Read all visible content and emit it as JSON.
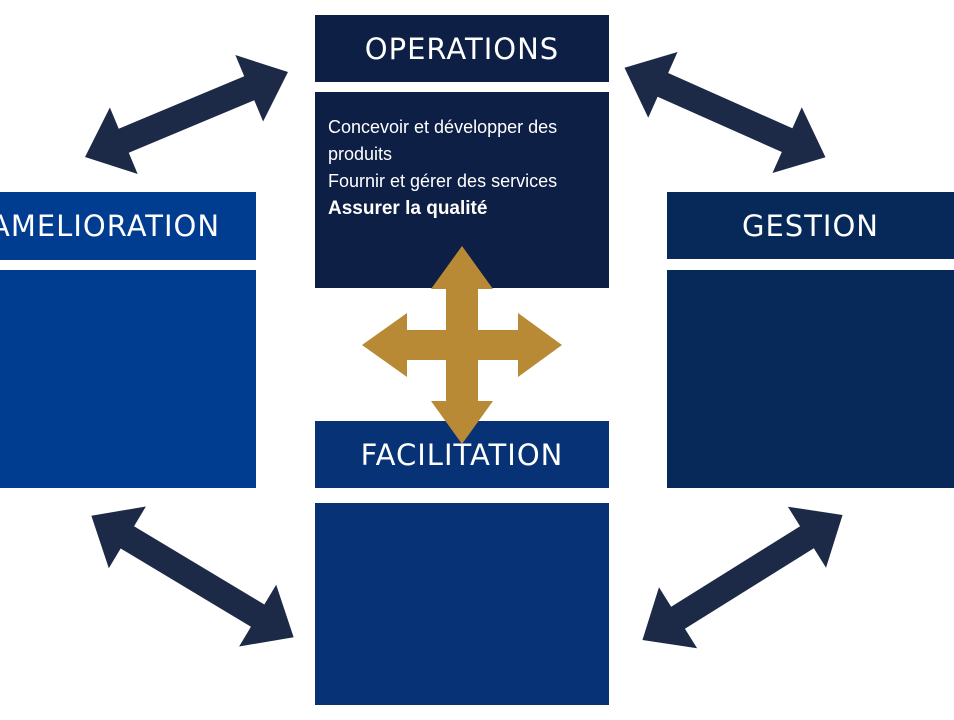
{
  "colors": {
    "operations": "#0d1f45",
    "amelioration": "#003c8f",
    "gestion": "#06295a",
    "facilitation": "#073276",
    "arrows": "#1c2a48",
    "cross": "#b88a35",
    "text": "#ffffff"
  },
  "operations": {
    "title": "OPERATIONS",
    "lines": [
      "Concevoir et développer des",
      "produits",
      "Fournir et gérer des services",
      "Assurer la qualité"
    ]
  },
  "amelioration": {
    "title": "AMELIORATION"
  },
  "gestion": {
    "title": "GESTION"
  },
  "facilitation": {
    "title": "FACILITATION"
  },
  "icons": {
    "cross": "four-way-move-arrow-icon",
    "connectors": "double-headed-arrow-icon"
  }
}
